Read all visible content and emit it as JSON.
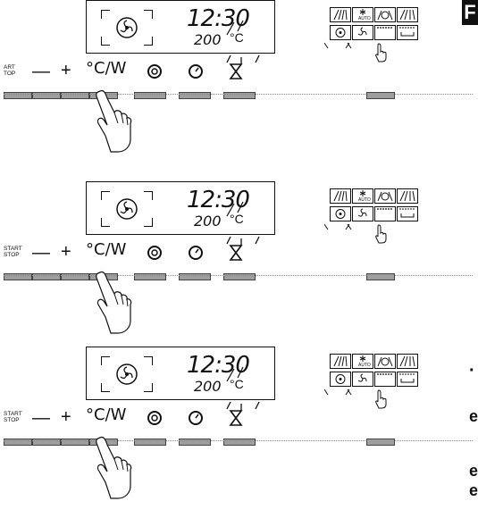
{
  "page_tab": "F",
  "panels": [
    {
      "start_label": "ART\nTOP",
      "minus": "—",
      "plus": "+",
      "unit_c": "°C",
      "unit_w": "W",
      "time": "12:30",
      "temp": "200",
      "temp_unit": "°C"
    },
    {
      "start_label": "START\nSTOP",
      "minus": "—",
      "plus": "+",
      "unit_c": "°C",
      "unit_w": "W",
      "time": "12:30",
      "temp": "200",
      "temp_unit": "°C"
    },
    {
      "start_label": "START\nSTOP",
      "minus": "—",
      "plus": "+",
      "unit_c": "°C",
      "unit_w": "W",
      "time": "12:30",
      "temp": "200",
      "temp_unit": "°C"
    }
  ],
  "mode_auto_label": "AUTO",
  "icons": [
    "fan-icon",
    "timer-dial-icon",
    "clock-icon",
    "hourglass-icon",
    "hand-pointer-icon",
    "grill-icon",
    "defrost-icon",
    "tray-icon"
  ]
}
